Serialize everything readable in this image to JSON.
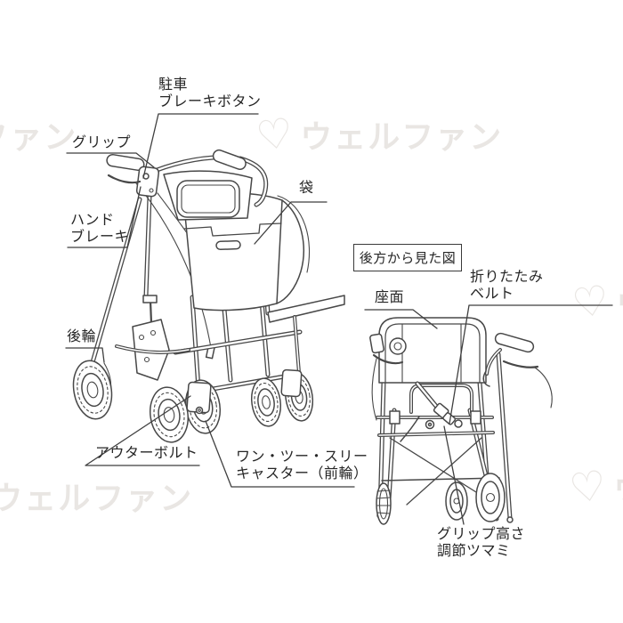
{
  "page": {
    "background": "#ffffff",
    "line_color": "#484848",
    "text_color": "#262626"
  },
  "watermark": {
    "heart": "♡",
    "text": "ウェルファン",
    "color": "#e9e6e3"
  },
  "labels": {
    "parking_brake": "駐車\nブレーキボタン",
    "grip": "グリップ",
    "hand_brake": "ハンド\nブレーキ",
    "bag": "袋",
    "rear_wheel": "後輪",
    "outer_bolt": "アウターボルト",
    "casters": "ワン・ツー・スリー\nキャスター（前輪）",
    "rear_view_caption": "後方から見た図",
    "seat": "座面",
    "folding_belt": "折りたたみ\nベルト",
    "grip_height_knob": "グリップ高さ\n調節ツマミ"
  }
}
